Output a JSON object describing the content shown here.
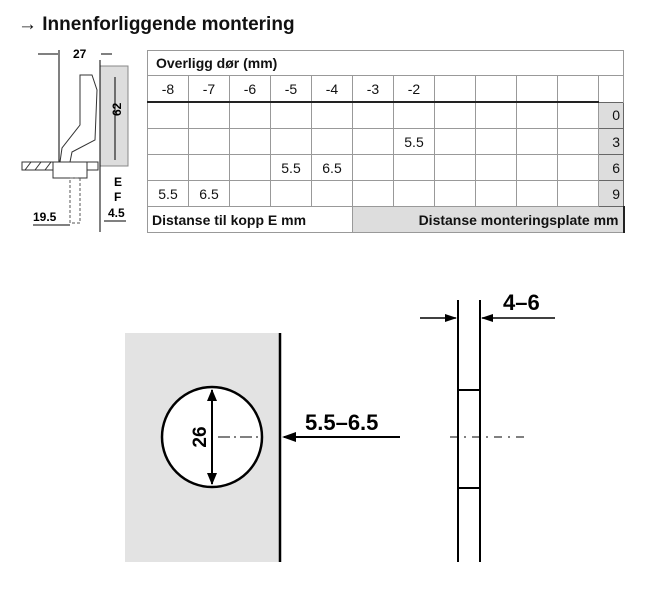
{
  "title": "→ Innenforliggende montering",
  "side_diagram": {
    "dim_27": "27",
    "dim_62": "62",
    "label_e": "E",
    "label_f": "F",
    "dim_19_5": "19.5",
    "dim_4_5": "4.5"
  },
  "table": {
    "header": "Overligg dør (mm)",
    "columns": [
      "-8",
      "-7",
      "-6",
      "-5",
      "-4",
      "-3",
      "-2",
      "",
      "",
      "",
      "",
      ""
    ],
    "rows": [
      {
        "cells": [
          "",
          "",
          "",
          "",
          "",
          "",
          "",
          "",
          "",
          "",
          ""
        ],
        "plate": "0"
      },
      {
        "cells": [
          "",
          "",
          "",
          "",
          "",
          "",
          "5.5",
          "",
          "",
          "",
          ""
        ],
        "plate": "3"
      },
      {
        "cells": [
          "",
          "",
          "",
          "5.5",
          "6.5",
          "",
          "",
          "",
          "",
          "",
          ""
        ],
        "plate": "6"
      },
      {
        "cells": [
          "5.5",
          "6.5",
          "",
          "",
          "",
          "",
          "",
          "",
          "",
          "",
          ""
        ],
        "plate": "9"
      }
    ],
    "footer_left": "Distanse til kopp E mm",
    "footer_right": "Distanse monteringsplate mm"
  },
  "bottom_diagram": {
    "cup_diameter": "26",
    "edge_distance": "5.5–6.5",
    "plate_distance": "4–6"
  }
}
